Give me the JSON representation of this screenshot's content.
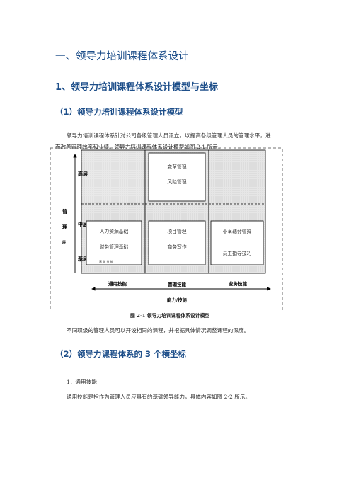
{
  "heading1": "一、领导力培训课程体系设计",
  "heading2": "1、领导力培训课程体系设计模型与坐标",
  "heading3a": "（1）领导力培训课程体系设计模型",
  "intro_line1": "领导力培训课程体系针对公司各级管理人员设立，以提高各级管理人员的管理水平，进",
  "intro_line2": "而改善管理效率和业绩。领导力培训课程体系设计模型如图 2-1 所示。",
  "diagram": {
    "level_high": "高层",
    "level_mid": "中层",
    "level_base": "基层",
    "vertical_label": [
      "管",
      "理",
      "层"
    ],
    "top_box": [
      "变革管理",
      "风险管理"
    ],
    "left_box": [
      "人力资源基础",
      "财务管理基础"
    ],
    "left_box_small": "基 础 技 能",
    "center_box": [
      "项目管理",
      "商务写作"
    ],
    "right_box": [
      "业务绩效管理",
      "员工指导技巧"
    ],
    "axis_left": "通用技能",
    "axis_center": "管理技能",
    "axis_right": "业务技能",
    "axis_title": "能力/技能"
  },
  "caption": "图 2-1    领导力培训课程体系设计模型",
  "after_figure": "不同职级的管理人员可以开设相同的课程，并根据具体情况调整课程的深度。",
  "heading3b": "（2）领导力课程体系的 3 个横坐标",
  "item1_title": "1．通用技能",
  "item1_text": "通用技能是指作为管理人员应具有的基础领导能力，具体内容如图 2-2 所示。"
}
